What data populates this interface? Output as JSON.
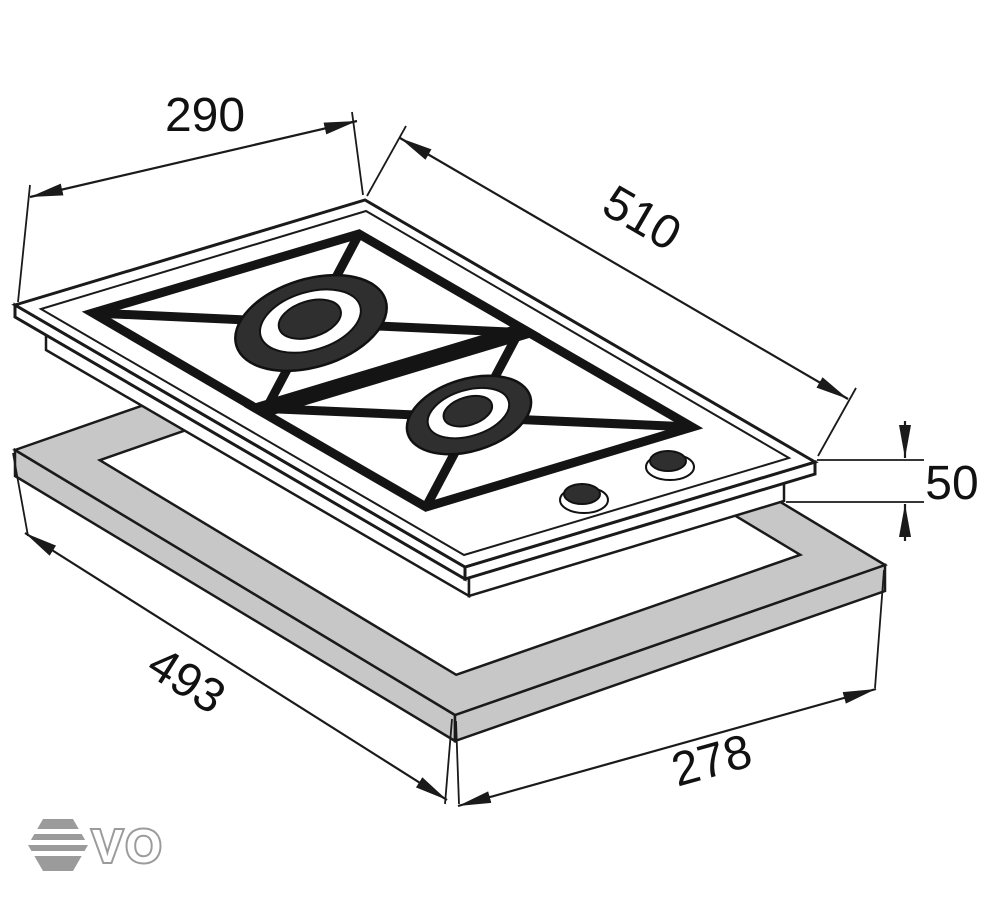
{
  "diagram": {
    "dimensions": {
      "hob_width_mm": "290",
      "hob_depth_mm": "510",
      "hob_height_mm": "50",
      "cutout_length_mm": "493",
      "cutout_width_mm": "278"
    },
    "colors": {
      "line": "#1a1a1a",
      "cutout_gray": "#c7c7c7",
      "burner_dark": "#2f2f2f",
      "logo_gray": "#9b9b9b"
    }
  },
  "logo": {
    "brand": "EVO",
    "text": "VO"
  }
}
